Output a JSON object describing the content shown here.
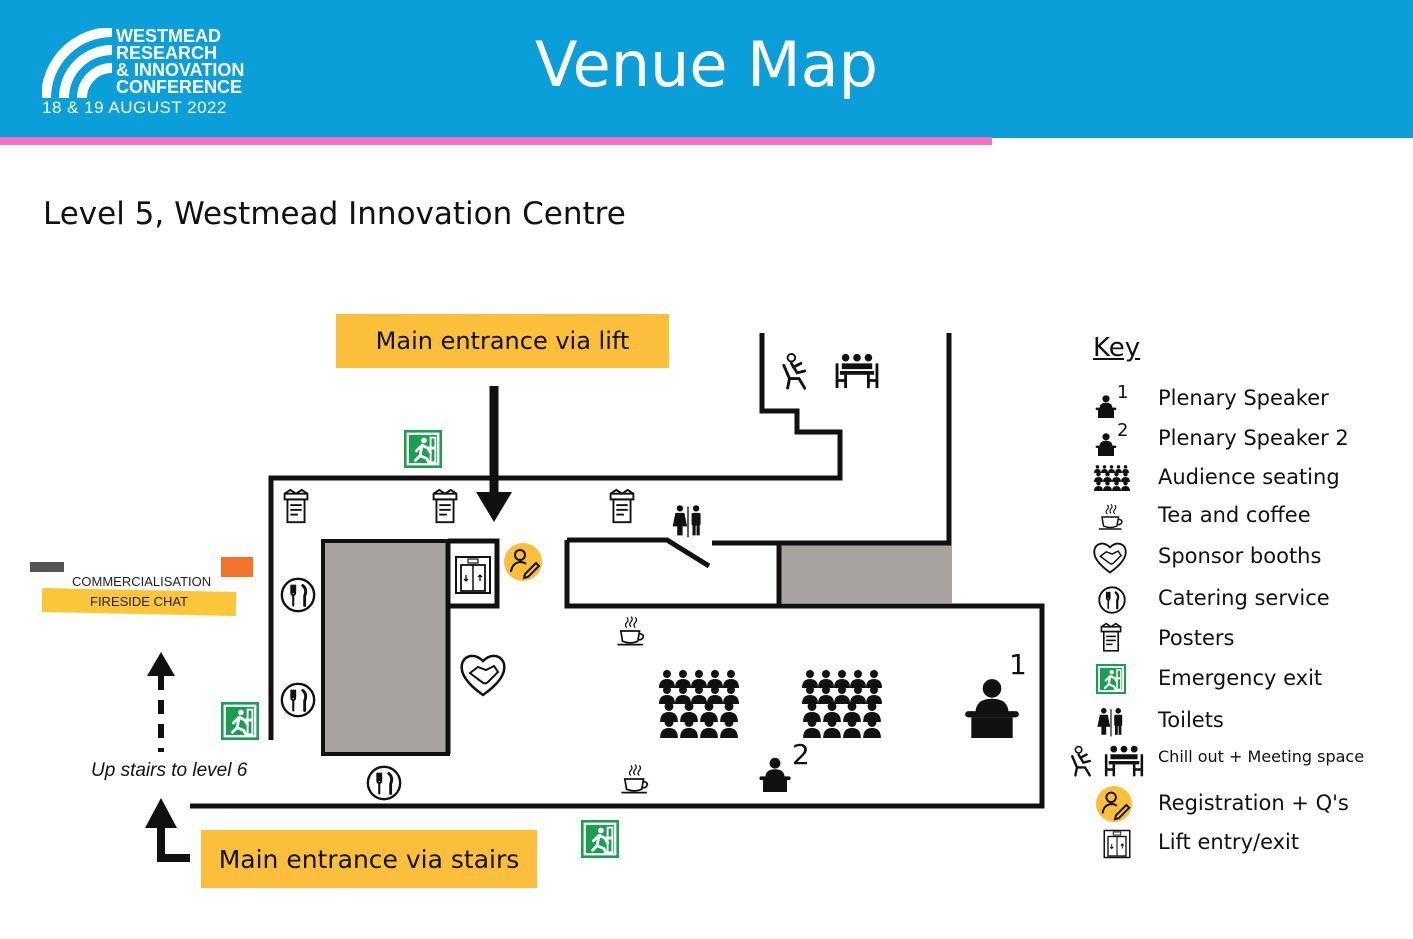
{
  "header": {
    "logo_lines": [
      "WESTMEAD",
      "RESEARCH",
      "& INNOVATION",
      "CONFERENCE"
    ],
    "logo_date": "18 & 19 AUGUST 2022",
    "title": "Venue Map"
  },
  "subtitle": "Level 5, Westmead Innovation Centre",
  "entrances": {
    "lift": "Main entrance via lift",
    "stairs": "Main entrance via stairs",
    "stairs_note": "Up stairs to level 6"
  },
  "fireside_sign": {
    "line1": "COMMERCIALISATION",
    "line2": "FIRESIDE CHAT"
  },
  "map_labels": {
    "speaker_1": "1",
    "speaker_2": "2"
  },
  "key": {
    "title": "Key",
    "items": [
      {
        "icon": "plenary-speaker-icon",
        "sup": "1",
        "label": "Plenary Speaker"
      },
      {
        "icon": "plenary-speaker-2-icon",
        "sup": "2",
        "label": "Plenary Speaker 2"
      },
      {
        "icon": "audience-seating-icon",
        "label": "Audience seating"
      },
      {
        "icon": "tea-coffee-icon",
        "label": "Tea and coffee"
      },
      {
        "icon": "sponsor-booth-icon",
        "label": "Sponsor booths"
      },
      {
        "icon": "catering-icon",
        "label": "Catering service"
      },
      {
        "icon": "poster-icon",
        "label": "Posters"
      },
      {
        "icon": "emergency-exit-icon",
        "label": "Emergency exit"
      },
      {
        "icon": "toilets-icon",
        "label": "Toilets"
      },
      {
        "icon": "chill-meeting-icon",
        "label": "Chill out + Meeting space"
      },
      {
        "icon": "registration-icon",
        "label": "Registration + Q's"
      },
      {
        "icon": "lift-icon",
        "label": "Lift entry/exit"
      }
    ]
  },
  "colors": {
    "header_blue": "#0a9fd8",
    "accent_pink": "#f472c4",
    "label_yellow": "#fbbf3b",
    "room_grey": "#a8a2a0",
    "exit_green": "#1a9e50",
    "registration_yellow": "#fbbf3b"
  }
}
